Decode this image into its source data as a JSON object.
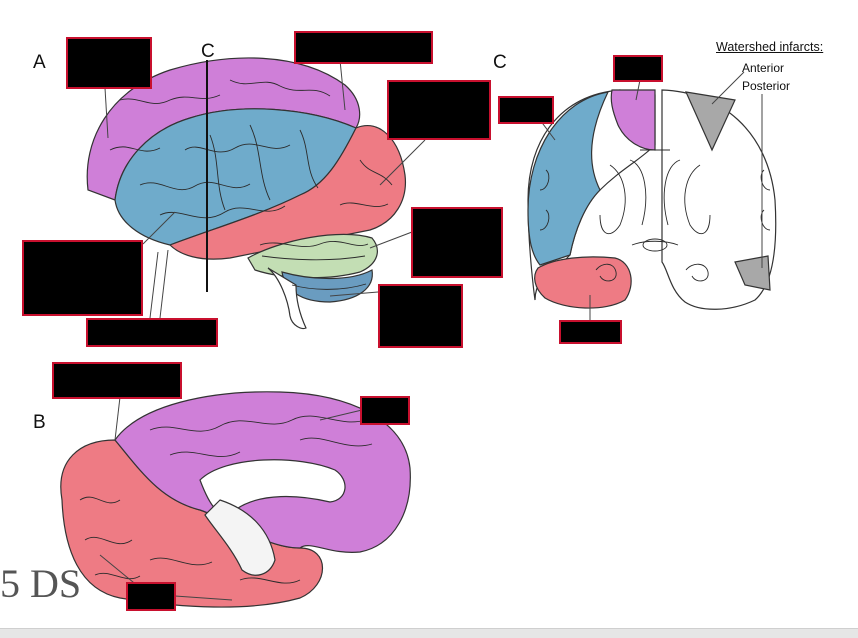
{
  "panels": {
    "a": "A",
    "b": "B",
    "c_section_line": "C",
    "c_coronal": "C"
  },
  "legend": {
    "title": "Watershed infarcts:",
    "items": [
      "Anterior",
      "Posterior"
    ]
  },
  "watermark": "5 DS",
  "colors": {
    "anterior_cerebral": "#cf7fd8",
    "middle_cerebral": "#6fabcb",
    "posterior_cerebral": "#ee7b84",
    "cerebellum_superior": "#c3deb4",
    "cerebellum_inferior": "#6a9cc0",
    "watershed": "#a8a8a8",
    "redaction_fill": "#000000",
    "redaction_border": "#c8102e"
  }
}
